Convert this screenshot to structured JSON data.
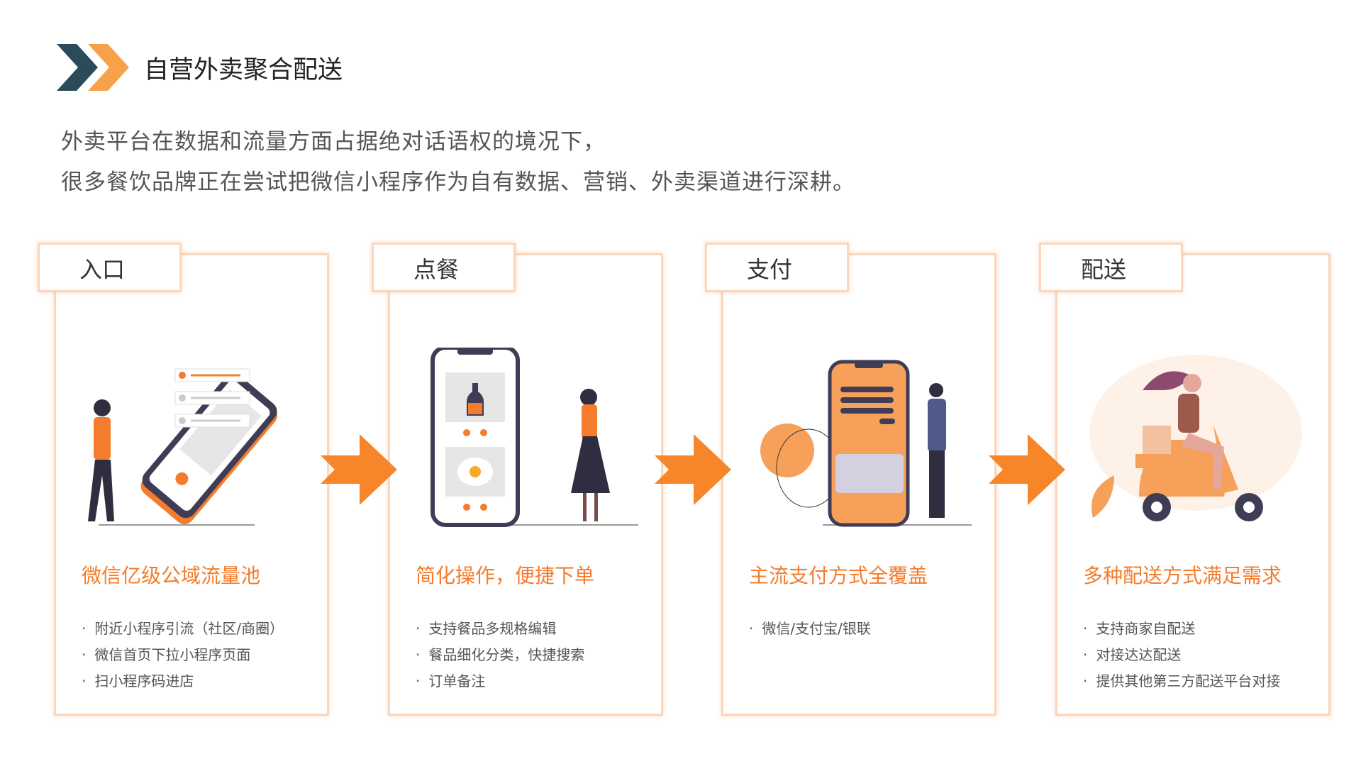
{
  "header": {
    "title": "自营外卖聚合配送"
  },
  "intro": {
    "line1": "外卖平台在数据和流量方面占据绝对话语权的境况下，",
    "line2": "很多餐饮品牌正在尝试把微信小程序作为自有数据、营销、外卖渠道进行深耕。"
  },
  "colors": {
    "accent": "#f47c2c",
    "dark": "#2b4a5a",
    "border": "#fbd6bb"
  },
  "steps": [
    {
      "tab": "入口",
      "heading": "微信亿级公域流量池",
      "bullets": [
        "附近小程序引流（社区/商圈）",
        "微信首页下拉小程序页面",
        "扫小程序码进店"
      ]
    },
    {
      "tab": "点餐",
      "heading": "简化操作，便捷下单",
      "bullets": [
        "支持餐品多规格编辑",
        "餐品细化分类，快捷搜索",
        "订单备注"
      ]
    },
    {
      "tab": "支付",
      "heading": "主流支付方式全覆盖",
      "bullets": [
        "微信/支付宝/银联"
      ]
    },
    {
      "tab": "配送",
      "heading": "多种配送方式满足需求",
      "bullets": [
        "支持商家自配送",
        "对接达达配送",
        "提供其他第三方配送平台对接"
      ]
    }
  ]
}
